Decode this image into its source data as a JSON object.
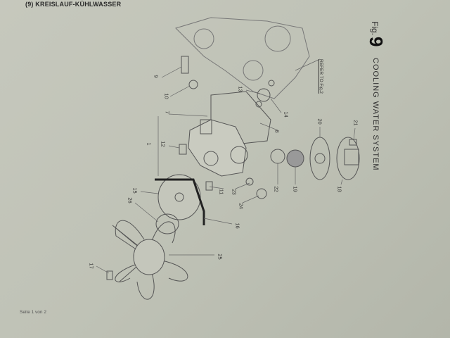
{
  "header": {
    "section_title": "(9) KREISLAUF-KÜHLWASSER"
  },
  "figure": {
    "fig_label": "Fig.",
    "fig_number": "9",
    "title": "COOLING WATER SYSTEM",
    "refer_note": "REFER TO Fig.2"
  },
  "callouts": [
    "9",
    "10",
    "7",
    "12",
    "1",
    "13",
    "14",
    "8",
    "20",
    "21",
    "19",
    "22",
    "23",
    "11",
    "24",
    "18",
    "15",
    "26",
    "16",
    "25",
    "17"
  ],
  "footer": {
    "page_label": "Seite 1 von 2"
  }
}
